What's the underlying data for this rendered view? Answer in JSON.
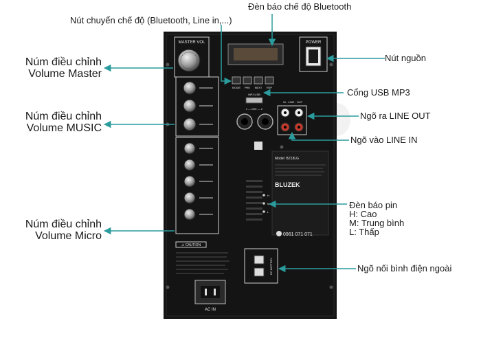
{
  "top_labels": {
    "mode_button": "Nút chuyển chế độ (Bluetooth, Line in,...)",
    "bluetooth_indicator": "Đèn báo chế độ Bluetooth"
  },
  "left_labels": {
    "master_volume": [
      "Núm điều chỉnh",
      "Volume Master"
    ],
    "music_volume": [
      "Núm điều chỉnh",
      "Volume MUSIC"
    ],
    "mic_volume": [
      "Núm điều chỉnh",
      "Volume Micro"
    ]
  },
  "right_labels": {
    "power": "Nút nguồn",
    "usb": "Cổng USB MP3",
    "line_out": "Ngõ ra LINE OUT",
    "line_in": "Ngõ vào LINE IN",
    "battery": [
      "Đèn báo pin",
      "H: Cao",
      "M: Trung bình",
      "L: Thấp"
    ],
    "ext_battery": "Ngõ nối bình điện ngoài"
  },
  "panel": {
    "master_vol": "MASTER VOL",
    "power": "POWER",
    "mode_buttons": [
      "MODE",
      "PRE",
      "NEXT",
      "REP"
    ],
    "mp3_usb": "MP3 USB",
    "in_line_out": "IN - LINE - OUT",
    "mic": "1 — MIC — 2",
    "model": "Model: BZ18LG",
    "brand": "BLUZEK",
    "hotline": "0961 071 071",
    "caution": "⚠ CAUTION",
    "ac_in": "AC IN",
    "ext_dc": "DC BATTERY",
    "battery_levels": [
      "H",
      "M",
      "L"
    ]
  },
  "colors": {
    "arrow": "#2a9c9e",
    "panel": "#141414",
    "text": "#1a1a1a"
  }
}
